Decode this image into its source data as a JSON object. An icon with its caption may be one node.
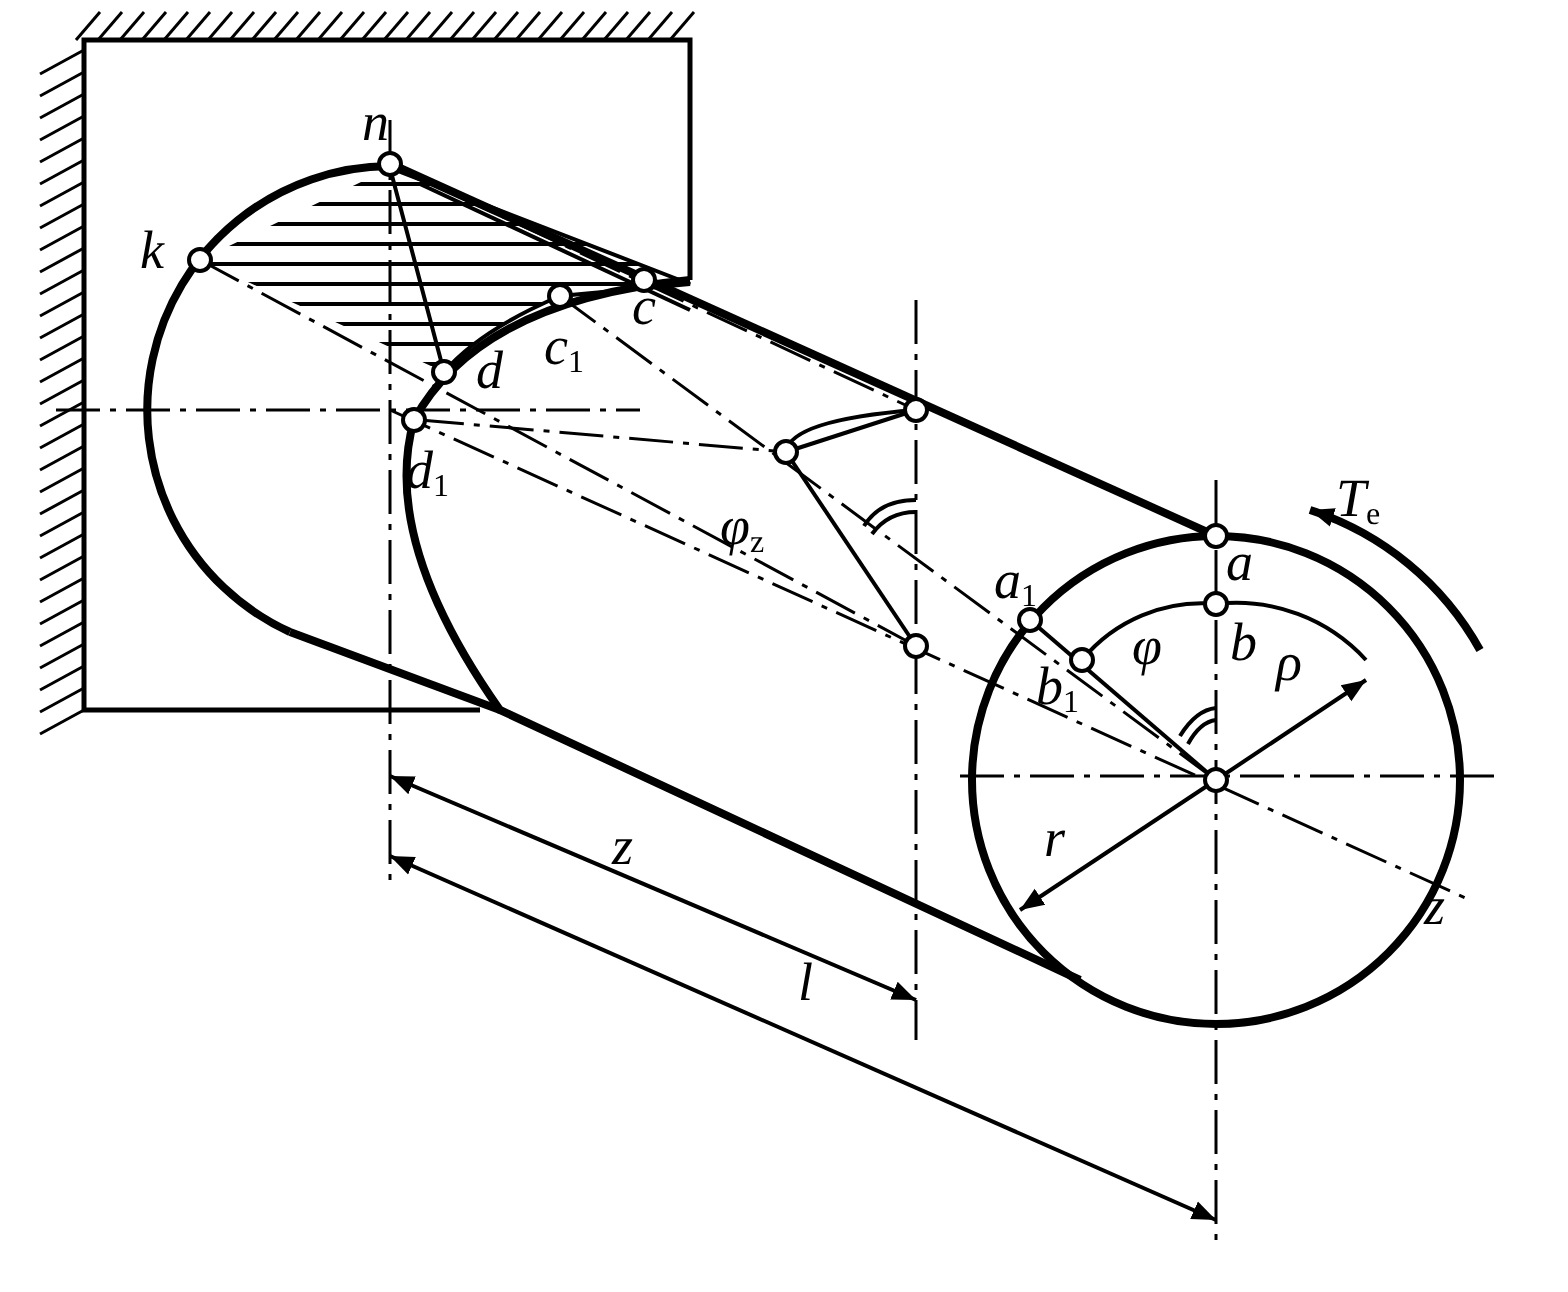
{
  "diagram": {
    "labels": [
      "n",
      "k",
      "c$_{1}$",
      "c",
      "d",
      "d$_{1}$",
      "φ$_{z}$",
      "T$_{e}$",
      "a$_{1}$",
      "a",
      "b",
      "φ",
      "b$_{1}$",
      "ρ",
      "r",
      "z",
      "z",
      "l"
    ]
  }
}
